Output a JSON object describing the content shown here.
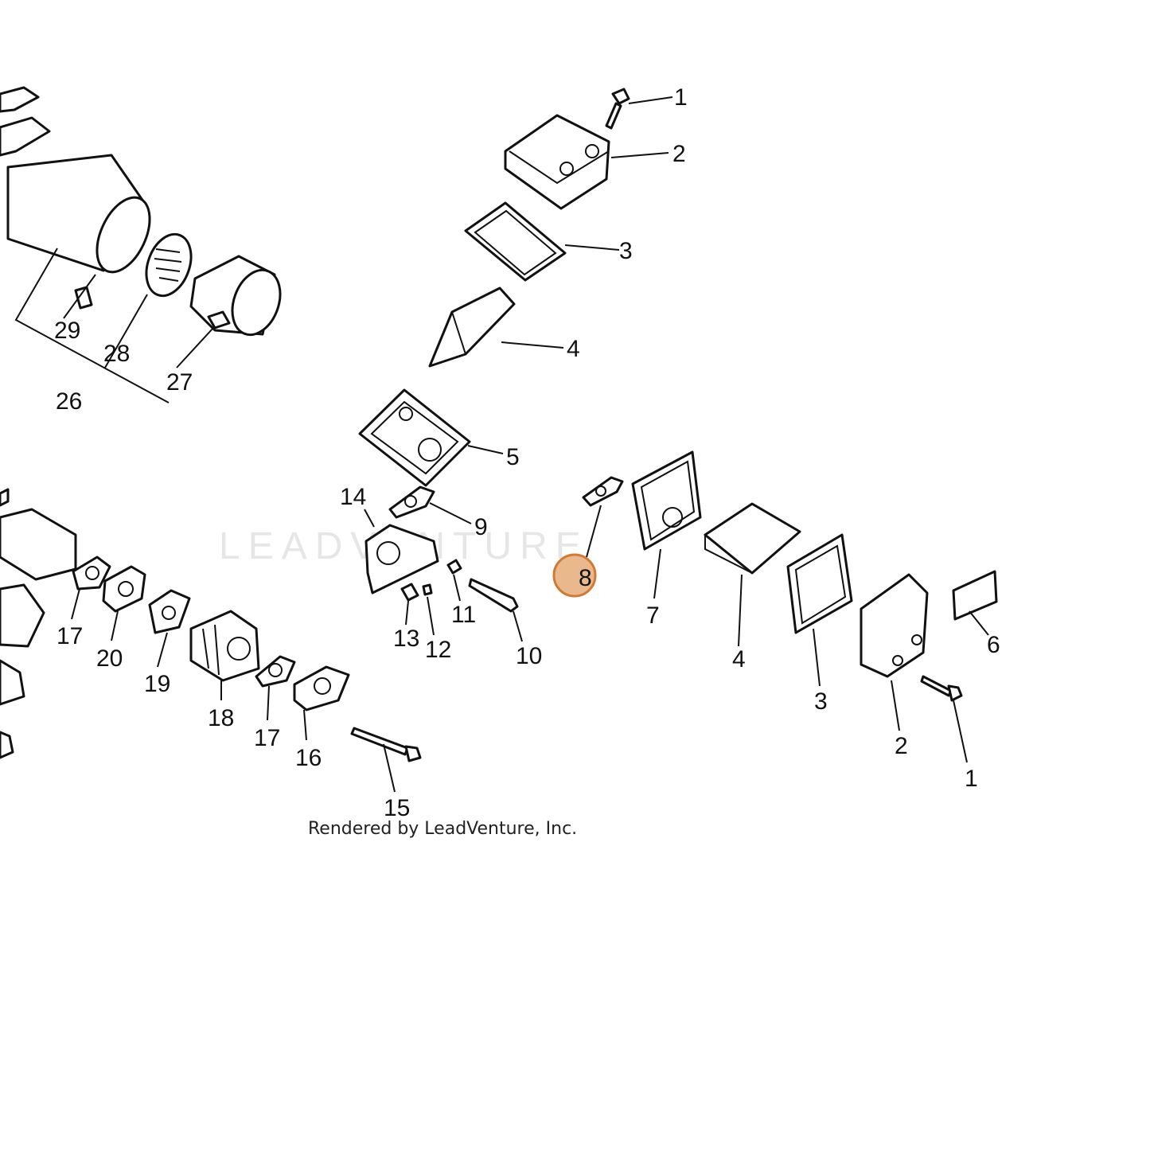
{
  "diagram": {
    "watermark": "LEADVENTURE",
    "credit": "Rendered by LeadVenture, Inc.",
    "highlight_color": "#d27a34",
    "callouts": [
      {
        "id": "1a",
        "label": "1"
      },
      {
        "id": "2a",
        "label": "2"
      },
      {
        "id": "3a",
        "label": "3"
      },
      {
        "id": "4a",
        "label": "4"
      },
      {
        "id": "5",
        "label": "5"
      },
      {
        "id": "9",
        "label": "9"
      },
      {
        "id": "14",
        "label": "14"
      },
      {
        "id": "11",
        "label": "11"
      },
      {
        "id": "13",
        "label": "13"
      },
      {
        "id": "12",
        "label": "12"
      },
      {
        "id": "10",
        "label": "10"
      },
      {
        "id": "8",
        "label": "8"
      },
      {
        "id": "7",
        "label": "7"
      },
      {
        "id": "4b",
        "label": "4"
      },
      {
        "id": "3b",
        "label": "3"
      },
      {
        "id": "2b",
        "label": "2"
      },
      {
        "id": "1b",
        "label": "1"
      },
      {
        "id": "6",
        "label": "6"
      },
      {
        "id": "29",
        "label": "29"
      },
      {
        "id": "28",
        "label": "28"
      },
      {
        "id": "27",
        "label": "27"
      },
      {
        "id": "26",
        "label": "26"
      },
      {
        "id": "17a",
        "label": "17"
      },
      {
        "id": "20",
        "label": "20"
      },
      {
        "id": "19",
        "label": "19"
      },
      {
        "id": "18",
        "label": "18"
      },
      {
        "id": "17b",
        "label": "17"
      },
      {
        "id": "16",
        "label": "16"
      },
      {
        "id": "15",
        "label": "15"
      }
    ]
  }
}
